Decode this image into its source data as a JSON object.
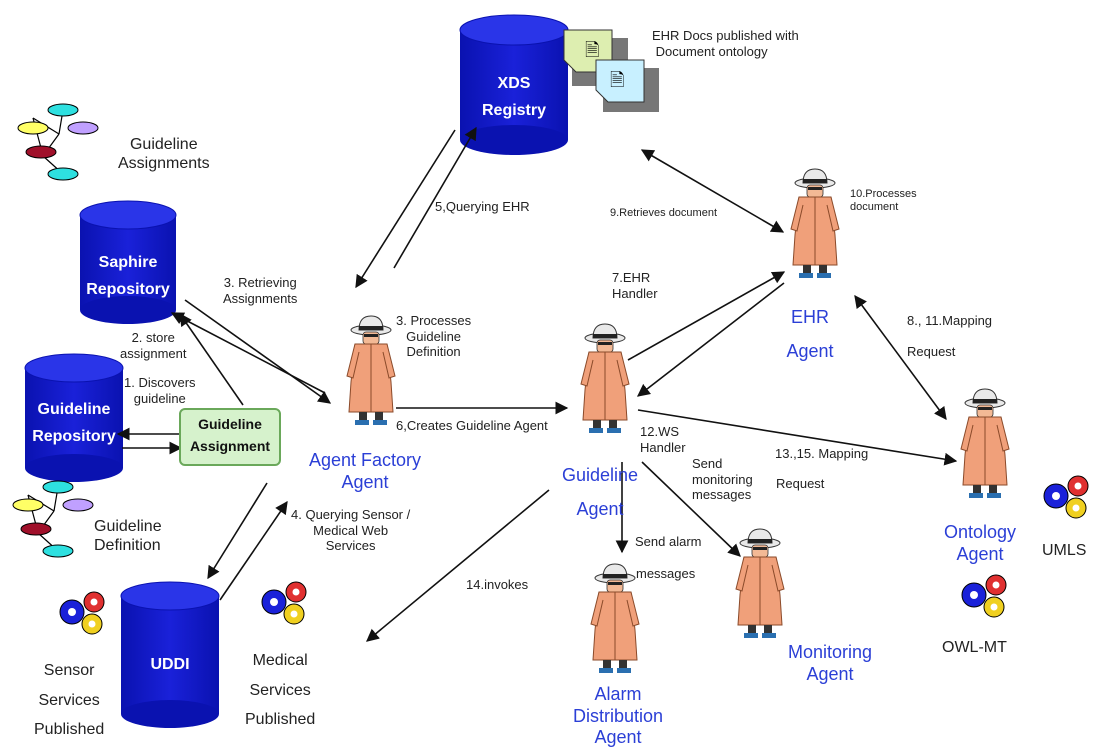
{
  "colors": {
    "cylinder": "#1a21d9",
    "agent_coat": "#f0a07a",
    "agent_hat": "#e9e9e9",
    "agent_label": "#2b3fd6",
    "box_fill": "#d6f2cc",
    "box_border": "#6aa85a",
    "arrow": "#111111"
  },
  "cylinders": {
    "xds": "XDS\nRegistry",
    "saphire": "Saphire\nRepository",
    "guideline": "Guideline\nRepository",
    "uddi": "UDDI"
  },
  "box": {
    "label": "Guideline\nAssignment"
  },
  "agents": {
    "factory": "Agent Factory\nAgent",
    "guideline": "Guideline\nAgent",
    "ehr": "EHR\nAgent",
    "ontology": "Ontology\nAgent",
    "alarm": "Alarm\nDistribution\nAgent",
    "monitoring": "Monitoring\nAgent"
  },
  "labels": {
    "ehr_docs": "EHR Docs published with\n Document ontology",
    "guideline_assignments": "Guideline\nAssignments",
    "guideline_definition": "Guideline\nDefinition",
    "querying_ehr": "5,Querying EHR",
    "retrieves_document": "9.Retrieves document",
    "processes_document": "10.Processes\ndocument",
    "retrieving_assignments": "3. Retrieving\nAssignments",
    "store_assignment": "2. store\nassignment",
    "discovers_guideline": "1. Discovers\nguideline",
    "processes_guideline": "3. Processes\nGuideline\nDefinition",
    "creates_guideline_agent": "6,Creates Guideline Agent",
    "ehr_handler": "7.EHR\nHandler",
    "mapping_request_1": "8., 11.Mapping",
    "mapping_request_1b": "Request",
    "ws_handler": "12.WS\nHandler",
    "mapping_request_2": "13.,15. Mapping",
    "mapping_request_2b": "Request",
    "send_monitoring": "Send\nmonitoring\nmessages",
    "querying_sensor": "4. Querying Sensor /\nMedical Web\nServices",
    "invokes": "14.invokes",
    "send_alarm": "Send alarm",
    "alarm_messages": "messages",
    "sensor_services": "Sensor\nServices\nPublished",
    "medical_services": "Medical\nServices\nPublished",
    "umls": "UMLS",
    "owl_mt": "OWL-MT"
  },
  "icons": {
    "document": "document-icon",
    "agent": "spy-agent-icon",
    "gears": "gears-icon",
    "graph": "ontology-graph-icon"
  }
}
